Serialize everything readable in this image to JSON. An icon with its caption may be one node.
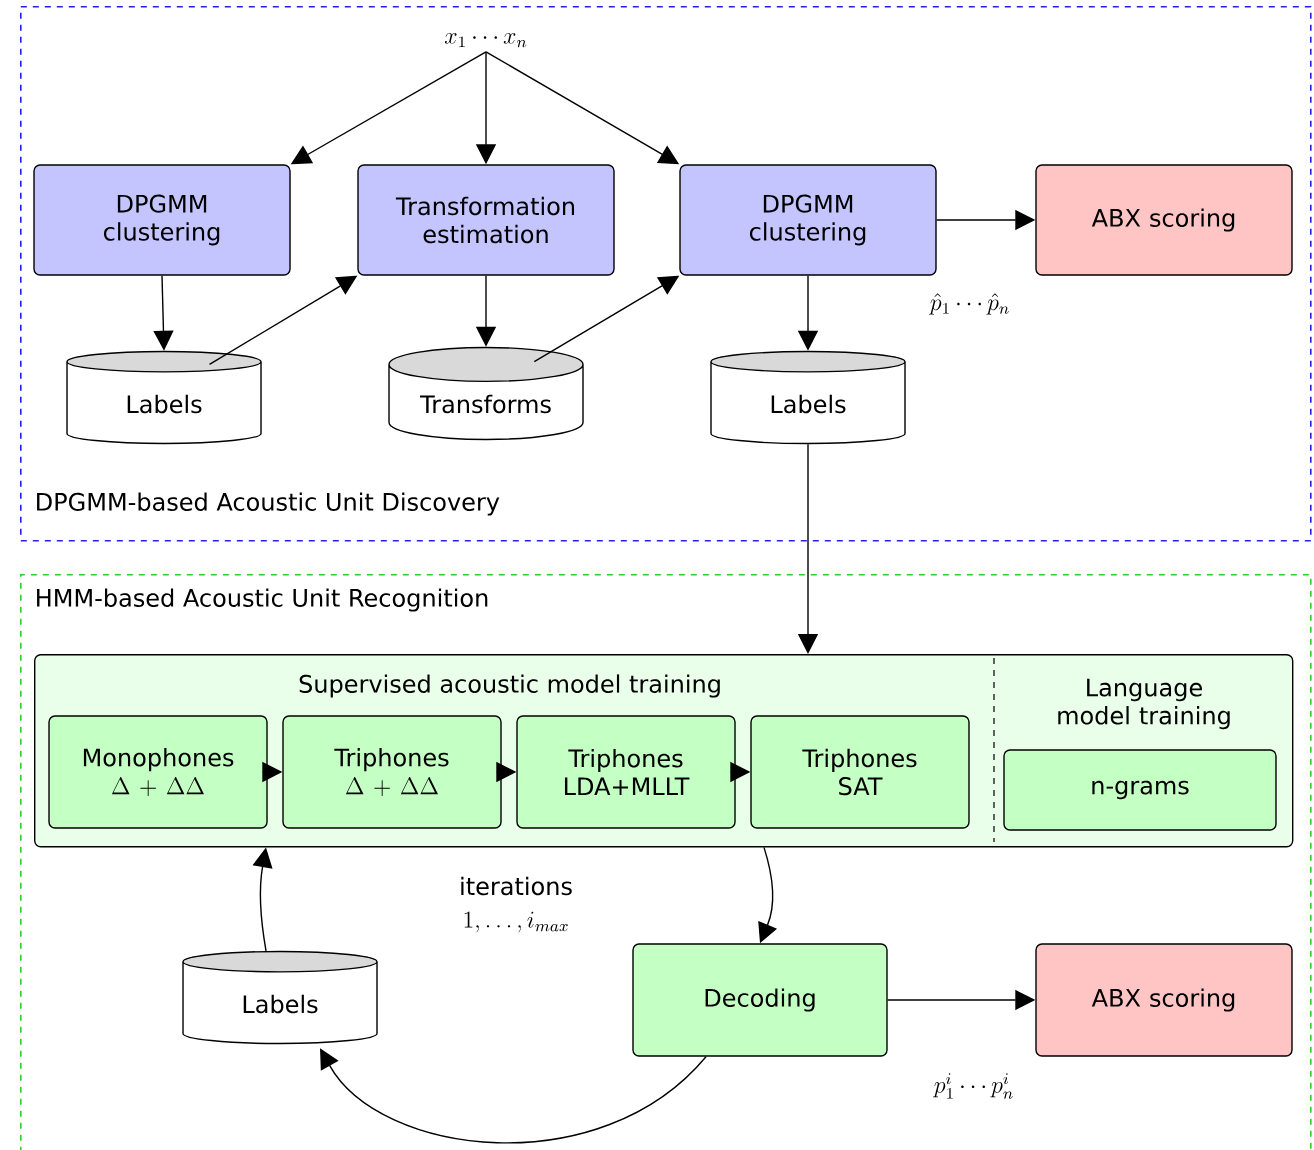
{
  "diagram": {
    "nodes": [
      {
        "text": [
          "DPGMM-based Acoustic Unit Discovery"
        ]
      },
      {
        "text": [
          "x_1 \\cdots x_n"
        ],
        "in": 0
      },
      {
        "text": [
          "DPGMM clustering"
        ],
        "in": 0
      },
      {
        "text": [
          "Transformation estimation"
        ],
        "in": 0
      },
      {
        "text": [
          "DPGMM clustering"
        ],
        "in": 0
      },
      {
        "text": [
          "ABX scoring"
        ],
        "in": 0
      },
      {
        "text": [
          "Labels"
        ],
        "in": 0
      },
      {
        "text": [
          "Transforms"
        ],
        "in": 0
      },
      {
        "text": [
          "Labels"
        ],
        "in": 0
      },
      {
        "text": [
          "HMM-based Acoustic Unit Recognition"
        ]
      },
      {
        "text": [
          "Supervised acoustic model training",
          "Language model training"
        ],
        "in": 9
      },
      {
        "text": [
          "Monophones",
          "\\Delta + \\Delta\\Delta"
        ],
        "in": 10
      },
      {
        "text": [
          "Triphones",
          "\\Delta + \\Delta\\Delta"
        ],
        "in": 10
      },
      {
        "text": [
          "Triphones LDA+MLLT"
        ],
        "in": 10
      },
      {
        "text": [
          "Triphones SAT"
        ],
        "in": 10
      },
      {
        "text": [
          "n-grams"
        ],
        "in": 10
      },
      {
        "text": [
          "Decoding"
        ],
        "in": 9
      },
      {
        "text": [
          "ABX scoring"
        ],
        "in": 9
      },
      {
        "text": [
          "Labels"
        ],
        "in": 9
      }
    ],
    "edges": [
      {
        "from": 1,
        "to": 2,
        "arrow": "to"
      },
      {
        "from": 1,
        "to": 3,
        "arrow": "to"
      },
      {
        "from": 1,
        "to": 4,
        "arrow": "to"
      },
      {
        "from": 2,
        "to": 6,
        "arrow": "to"
      },
      {
        "from": 6,
        "to": 3,
        "arrow": "to"
      },
      {
        "from": 3,
        "to": 7,
        "arrow": "to"
      },
      {
        "from": 7,
        "to": 4,
        "arrow": "to"
      },
      {
        "from": 4,
        "to": 8,
        "arrow": "to"
      },
      {
        "from": 4,
        "to": 5,
        "arrow": "to",
        "label": "\\hat{p}_1 \\cdots \\hat{p}_n"
      },
      {
        "from": 8,
        "to": 10,
        "arrow": "to"
      },
      {
        "from": 10,
        "to": 16,
        "arrow": "to"
      },
      {
        "from": 16,
        "to": 17,
        "arrow": "to",
        "label": "p^i_1 \\cdots p^i_n"
      },
      {
        "from": 16,
        "to": 18,
        "arrow": "to"
      },
      {
        "from": 18,
        "to": 10,
        "arrow": "to"
      },
      {
        "from": 11,
        "to": 12,
        "arrow": "to"
      },
      {
        "from": 12,
        "to": 13,
        "arrow": "to"
      },
      {
        "from": 13,
        "to": 14,
        "arrow": "to"
      }
    ],
    "labels": [
      "iterations",
      "1, \\ldots, i_{max}"
    ]
  }
}
